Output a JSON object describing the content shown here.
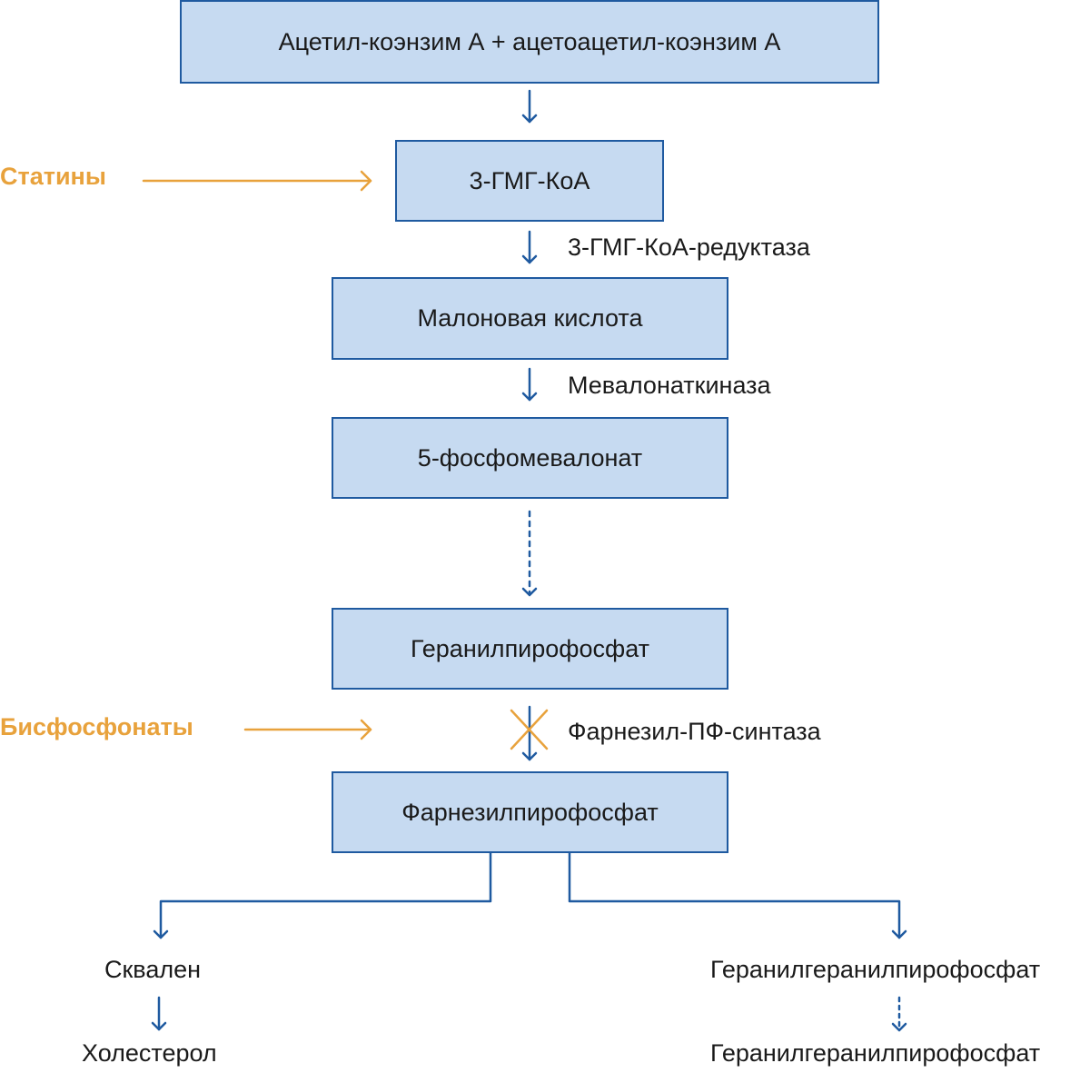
{
  "boxes": {
    "acetyl": "Ацетил-коэнзим А + ацетоацетил-коэнзим А",
    "hmg": "3-ГМГ-КоА",
    "malonic": "Малоновая кислота",
    "phospho": "5-фосфомевалонат",
    "geranyl": "Геранилпирофосфат",
    "farnesyl": "Фарнезилпирофосфат"
  },
  "enzymes": {
    "hmg_reductase": "3-ГМГ-КоА-редуктаза",
    "mevalonate_kinase": "Мевалонаткиназа",
    "fpp_synthase": "Фарнезил-ПФ-синтаза"
  },
  "inhibitors": {
    "statins": "Статины",
    "bisphosphonates": "Бисфосфонаты"
  },
  "products": {
    "squalene": "Сквален",
    "cholesterol": "Холестерол",
    "ggpp": "Геранилгеранилпирофосфат",
    "ggpp2": "Геранилгеранилпирофосфат"
  },
  "colors": {
    "box_fill": "#c6daf1",
    "box_border": "#1f5aa0",
    "arrow_blue": "#1f5aa0",
    "inhibitor_orange": "#e8a23c"
  }
}
